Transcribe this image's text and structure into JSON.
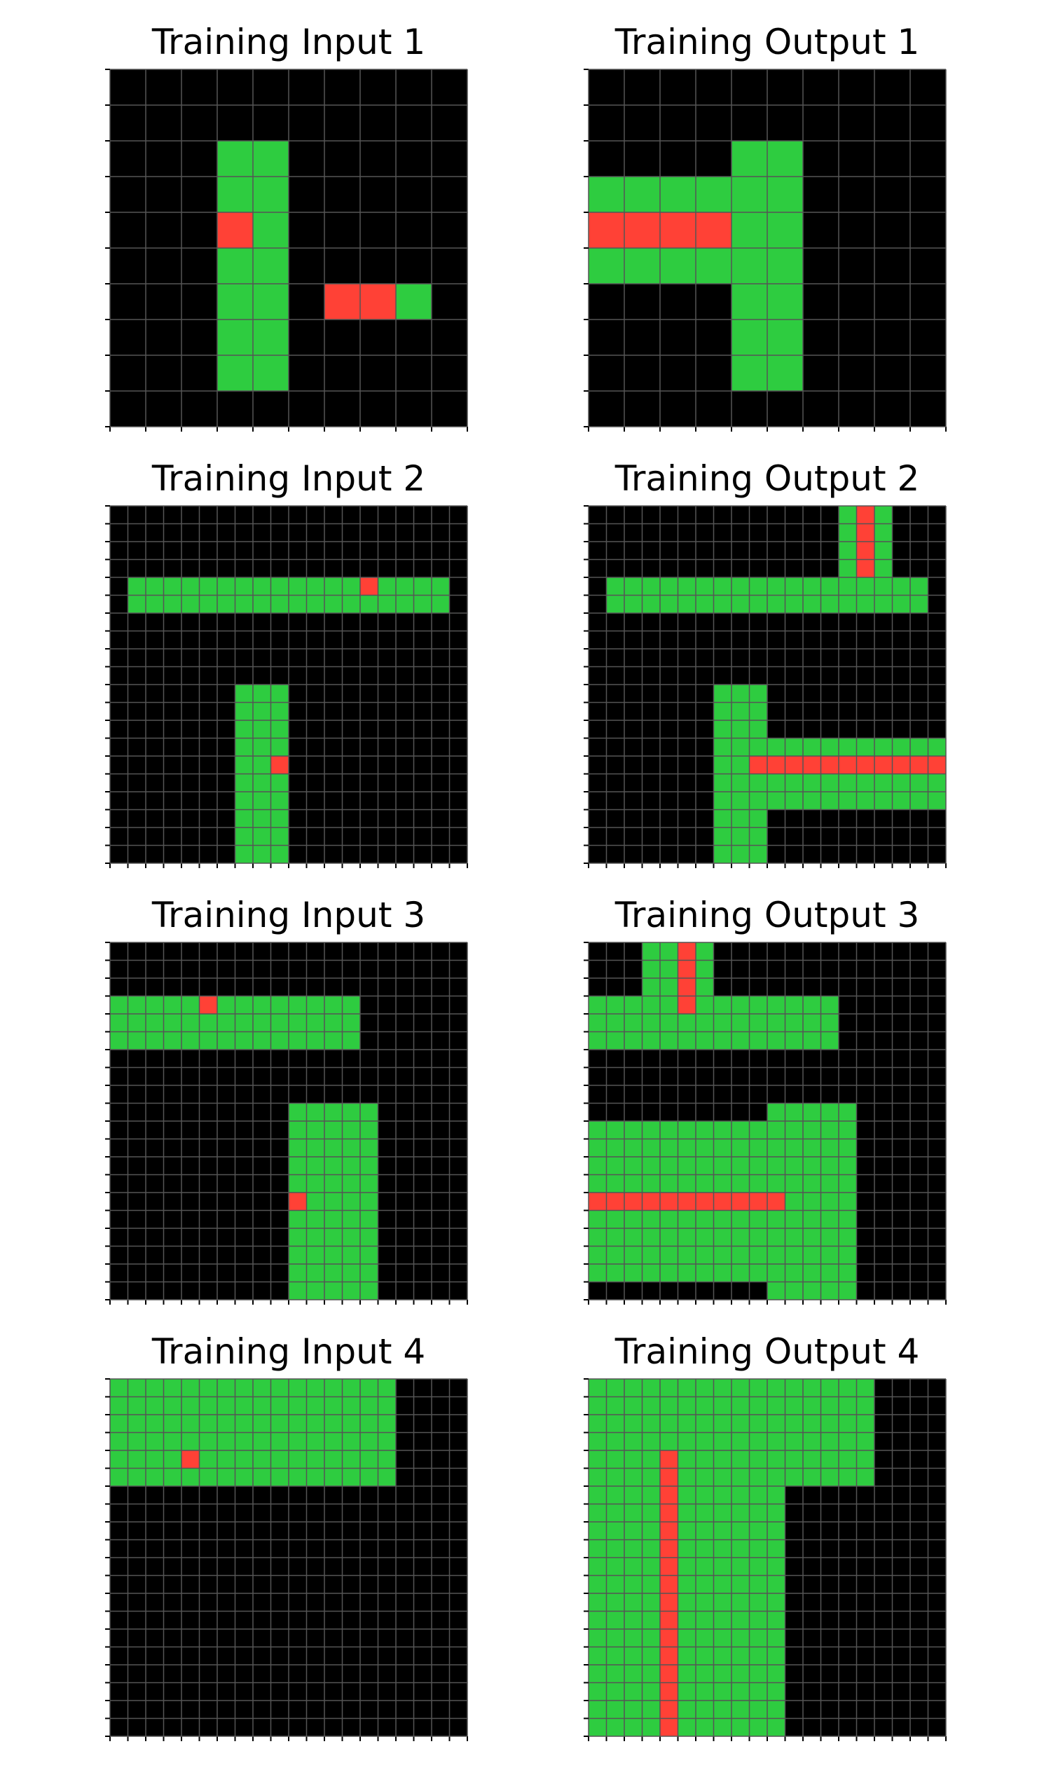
{
  "colors": {
    "0": "#000000",
    "2": "#ff4136",
    "3": "#2ecc40",
    "grid_line": "#555555",
    "tick": "#000000"
  },
  "panels": [
    {
      "title": "Training Input 1",
      "grid": [
        "0000000000",
        "0000000000",
        "0003300000",
        "0003300000",
        "0002300000",
        "0003300000",
        "0003302230",
        "0003300000",
        "0003300000",
        "0000000000"
      ]
    },
    {
      "title": "Training Output 1",
      "grid": [
        "0000000000",
        "0000000000",
        "0000330000",
        "3333330000",
        "2222330000",
        "3333330000",
        "0000330000",
        "0000330000",
        "0000330000",
        "0000000000"
      ]
    },
    {
      "title": "Training Input 2",
      "grid": [
        "00000000000000000000",
        "00000000000000000000",
        "00000000000000000000",
        "00000000000000000000",
        "03333333333333233330",
        "03333333333333333330",
        "00000000000000000000",
        "00000000000000000000",
        "00000000000000000000",
        "00000000000000000000",
        "00000003330000000000",
        "00000003330000000000",
        "00000003330000000000",
        "00000003330000000000",
        "00000003320000000000",
        "00000003330000000000",
        "00000003330000000000",
        "00000003330000000000",
        "00000003330000000000",
        "00000003330000000000"
      ]
    },
    {
      "title": "Training Output 2",
      "grid": [
        "00000000000000323000",
        "00000000000000323000",
        "00000000000000323000",
        "00000000000000323000",
        "03333333333333333330",
        "03333333333333333330",
        "00000000000000000000",
        "00000000000000000000",
        "00000000000000000000",
        "00000000000000000000",
        "00000003330000000000",
        "00000003330000000000",
        "00000003330000000000",
        "00000003333333333333",
        "00000003322222222222",
        "00000003333333333333",
        "00000003333333333333",
        "00000003330000000000",
        "00000003330000000000",
        "00000003330000000000"
      ]
    },
    {
      "title": "Training Input 3",
      "grid": [
        "00000000000000000000",
        "00000000000000000000",
        "00000000000000000000",
        "33333233333333000000",
        "33333333333333000000",
        "33333333333333000000",
        "00000000000000000000",
        "00000000000000000000",
        "00000000000000000000",
        "00000000003333300000",
        "00000000003333300000",
        "00000000003333300000",
        "00000000003333300000",
        "00000000003333300000",
        "00000000002333300000",
        "00000000003333300000",
        "00000000003333300000",
        "00000000003333300000",
        "00000000003333300000",
        "00000000003333300000"
      ]
    },
    {
      "title": "Training Output 3",
      "grid": [
        "00033230000000000000",
        "00033230000000000000",
        "00033230000000000000",
        "33333233333333000000",
        "33333333333333000000",
        "33333333333333000000",
        "00000000000000000000",
        "00000000000000000000",
        "00000000000000000000",
        "00000000003333300000",
        "33333333333333300000",
        "33333333333333300000",
        "33333333333333300000",
        "33333333333333300000",
        "22222222222333300000",
        "33333333333333300000",
        "33333333333333300000",
        "33333333333333300000",
        "33333333333333300000",
        "00000000003333300000"
      ]
    },
    {
      "title": "Training Input 4",
      "grid": [
        "33333333333333330000",
        "33333333333333330000",
        "33333333333333330000",
        "33333333333333330000",
        "33332333333333330000",
        "33333333333333330000",
        "00000000000000000000",
        "00000000000000000000",
        "00000000000000000000",
        "00000000000000000000",
        "00000000000000000000",
        "00000000000000000000",
        "00000000000000000000",
        "00000000000000000000",
        "00000000000000000000",
        "00000000000000000000",
        "00000000000000000000",
        "00000000000000000000",
        "00000000000000000000",
        "00000000000000000000"
      ]
    },
    {
      "title": "Training Output 4",
      "grid": [
        "33333333333333330000",
        "33333333333333330000",
        "33333333333333330000",
        "33333333333333330000",
        "33332333333333330000",
        "33332333333333330000",
        "33332333333000000000",
        "33332333333000000000",
        "33332333333000000000",
        "33332333333000000000",
        "33332333333000000000",
        "33332333333000000000",
        "33332333333000000000",
        "33332333333000000000",
        "33332333333000000000",
        "33332333333000000000",
        "33332333333000000000",
        "33332333333000000000",
        "33332333333000000000",
        "33332333333000000000"
      ]
    }
  ]
}
